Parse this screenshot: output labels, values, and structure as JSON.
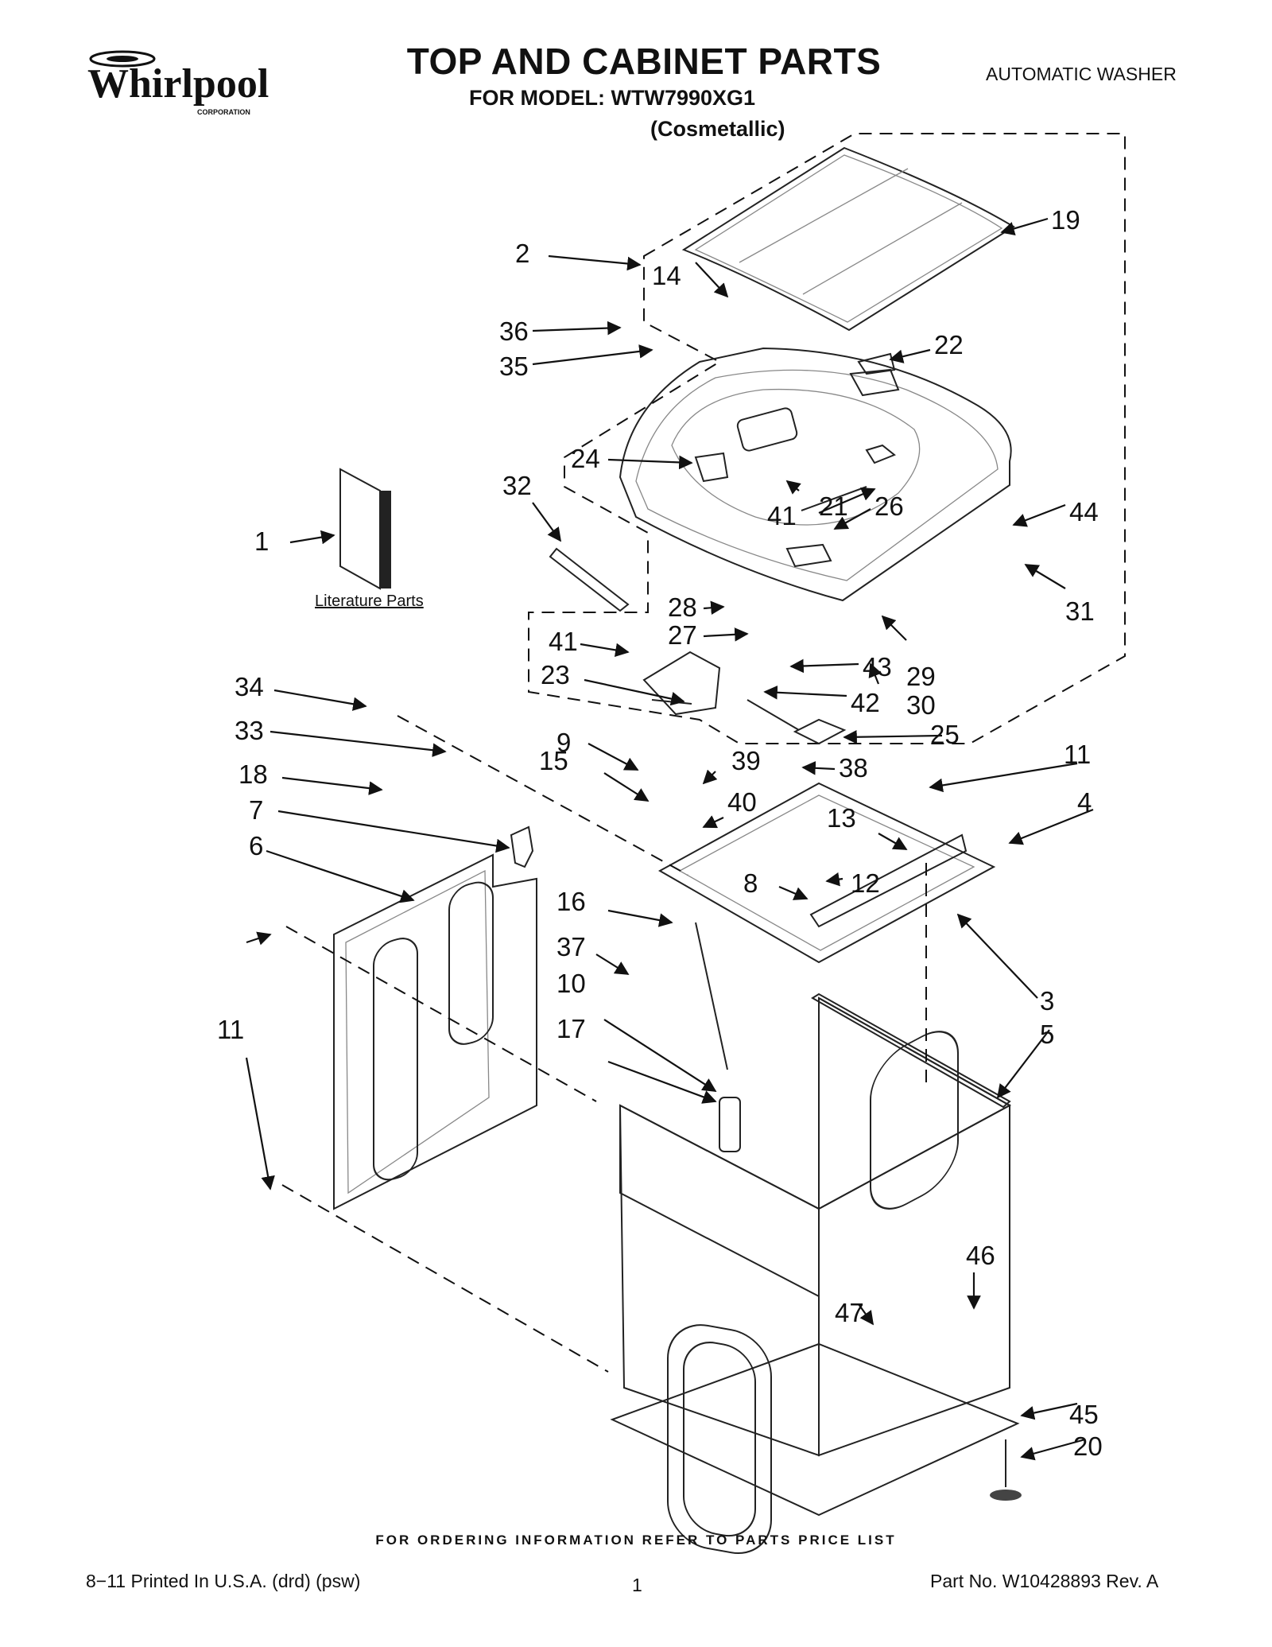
{
  "header": {
    "brand": "Whirlpool",
    "brand_sub": "CORPORATION",
    "title": "TOP AND CABINET PARTS",
    "model_line": "FOR MODEL: WTW7990XG1",
    "variant": "(Cosmetallic)",
    "product": "AUTOMATIC WASHER"
  },
  "literature_label": "Literature Parts",
  "callouts": [
    "1",
    "2",
    "3",
    "4",
    "5",
    "6",
    "7",
    "8",
    "9",
    "10",
    "11",
    "11",
    "11",
    "12",
    "13",
    "14",
    "15",
    "16",
    "17",
    "18",
    "19",
    "20",
    "21",
    "22",
    "23",
    "24",
    "25",
    "26",
    "27",
    "28",
    "29",
    "30",
    "31",
    "32",
    "33",
    "34",
    "35",
    "36",
    "37",
    "38",
    "39",
    "40",
    "41",
    "41",
    "42",
    "43",
    "44",
    "45",
    "46",
    "47"
  ],
  "footer": {
    "order_note": "FOR ORDERING INFORMATION REFER TO PARTS PRICE LIST",
    "printed": "8−11 Printed In U.S.A. (drd) (psw)",
    "page": "1",
    "part_no": "Part No. W10428893 Rev. A"
  }
}
